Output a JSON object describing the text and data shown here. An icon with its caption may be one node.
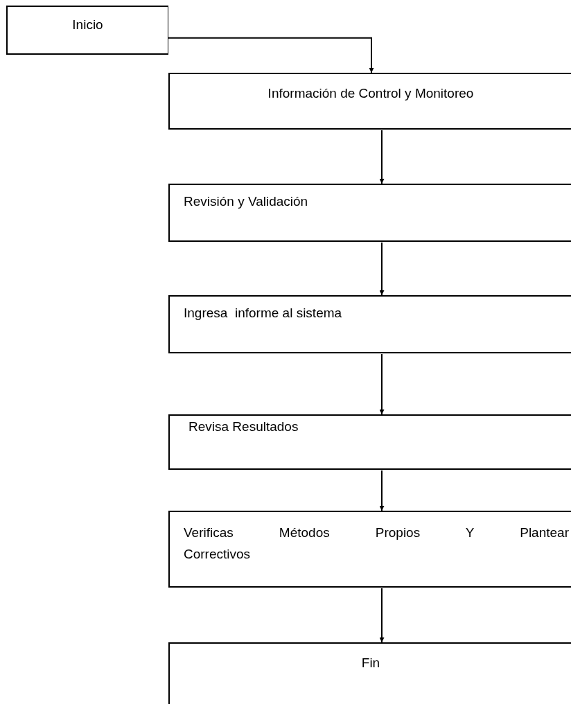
{
  "diagram": {
    "nodes": [
      {
        "text": [
          "Inicio"
        ]
      },
      {
        "text": [
          "Información de Control y Monitoreo"
        ]
      },
      {
        "text": [
          "Revisión y Validación"
        ]
      },
      {
        "text": [
          "Ingresa  informe al sistema"
        ]
      },
      {
        "text": [
          "Revisa Resultados"
        ]
      },
      {
        "text": [
          "Verificas Métodos Propios Y Plantear Correctivos"
        ]
      },
      {
        "text": [
          "Fin"
        ]
      }
    ],
    "edges": [
      {
        "from": 0,
        "to": 1,
        "arrow": "to"
      },
      {
        "from": 1,
        "to": 2,
        "arrow": "to"
      },
      {
        "from": 2,
        "to": 3,
        "arrow": "to"
      },
      {
        "from": 3,
        "to": 4,
        "arrow": "to"
      },
      {
        "from": 4,
        "to": 5,
        "arrow": "to"
      },
      {
        "from": 5,
        "to": 6,
        "arrow": "to"
      }
    ]
  }
}
